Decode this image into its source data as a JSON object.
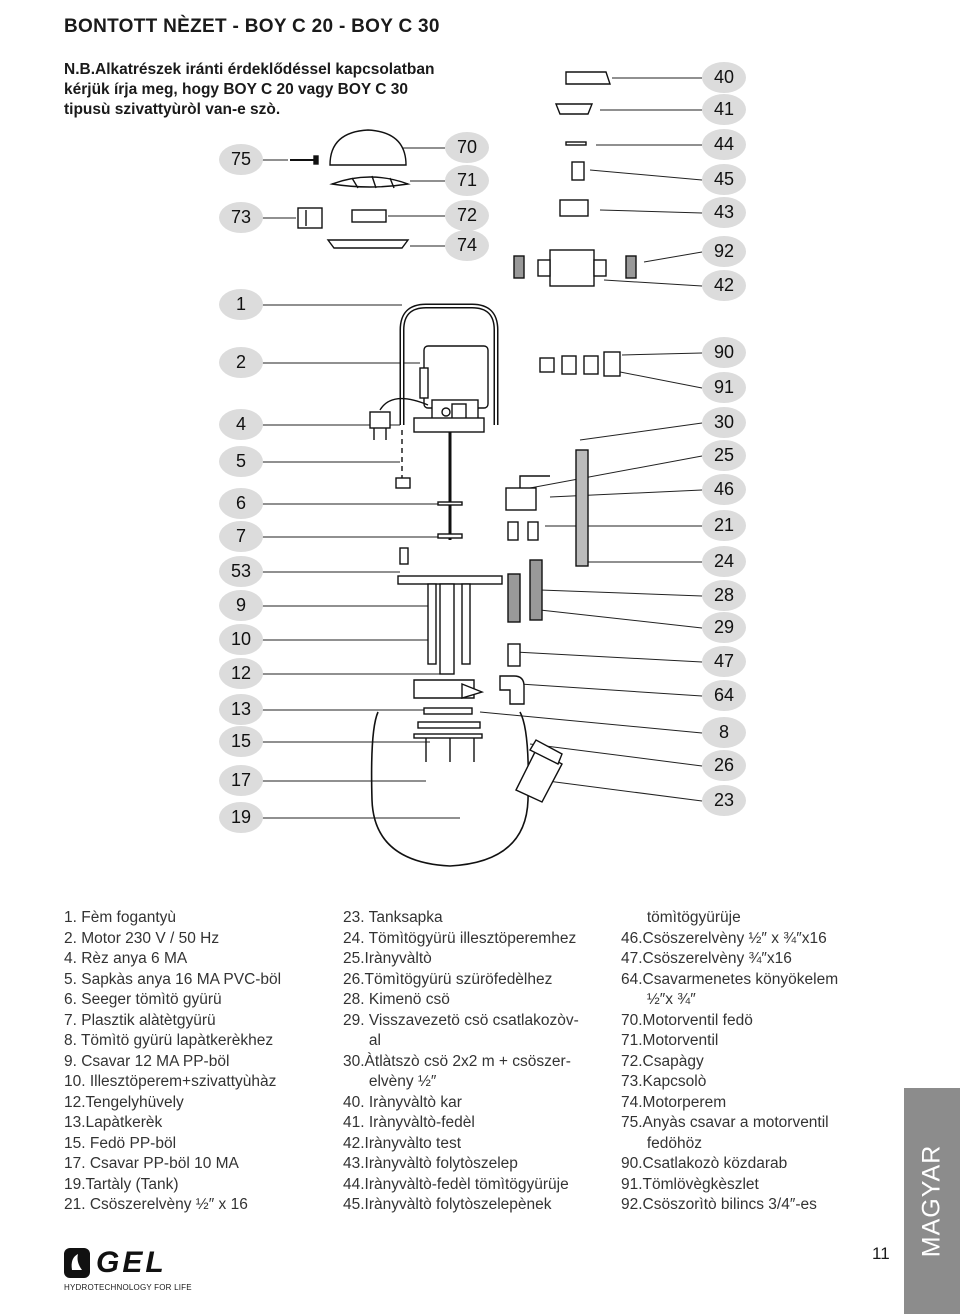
{
  "header": {
    "title": "BONTOTT NÈZET  - BOY C 20 - BOY C 30",
    "note": "N.B.Alkatrészek iránti érdeklődéssel kapcsolatban kérjük írja meg, hogy BOY C 20 vagy BOY C 30 tipusù szivattyùròl van-e szò."
  },
  "callouts_left": [
    "75",
    "73",
    "1",
    "2",
    "4",
    "5",
    "6",
    "7",
    "53",
    "9",
    "10",
    "12",
    "13",
    "15",
    "17",
    "19"
  ],
  "callouts_center": [
    "70",
    "71",
    "72",
    "74"
  ],
  "callouts_right": [
    "40",
    "41",
    "44",
    "45",
    "43",
    "92",
    "42",
    "90",
    "91",
    "30",
    "25",
    "46",
    "21",
    "24",
    "28",
    "29",
    "47",
    "64",
    "8",
    "26",
    "23"
  ],
  "legend": {
    "col1": [
      "1.  Fèm fogantyù",
      "2.  Motor 230 V / 50 Hz",
      "4.  Rèz anya 6 MA",
      "5.  Sapkàs anya 16 MA PVC-böl",
      "6.  Seeger tömìtö gyürü",
      "7.  Plasztik alàtètgyürü",
      "8.  Tömìtö gyürü lapàtkerèkhez",
      "9.  Csavar 12 MA PP-böl",
      "10. Illesztöperem+szivattyùhàz",
      "12.Tengelyhüvely",
      "13.Lapàtkerèk",
      "15. Fedö PP-böl",
      "17. Csavar PP-böl 10 MA",
      "19.Tartàly (Tank)",
      "21. Csöszerelvèny ½″ x 16"
    ],
    "col2": [
      "23. Tanksapka",
      "24. Tömìtögyürü illesztöperemhez",
      "25.Irànyvàltò",
      "26.Tömìtögyürü szüröfedèlhez",
      "28. Kimenö csö",
      "29. Visszavezetö csö  csatlakozòv-",
      "      al",
      "30.Àtlàtszò csö 2x2 m + csöszer-",
      "      elvèny ½″",
      "40. Irànyvàltò kar",
      "41. Irànyvàltò-fedèl",
      "42.Irànyvàlto test",
      "43.Irànyvàltò folytòszelep",
      "44.Irànyvàltò-fedèl tömìtögyürüje",
      "45.Irànyvàltò folytòszelepènek"
    ],
    "col3": [
      "      tömìtögyürüje",
      "46.Csöszerelvèny ½″ x ¾″x16",
      "47.Csöszerelvèny ¾″x16",
      "64.Csavarmenetes könyökelem",
      "      ½″x ¾″",
      "70.Motorventil fedö",
      "71.Motorventil",
      "72.Csapàgy",
      "73.Kapcsolò",
      "74.Motorperem",
      "75.Anyàs csavar a motorventil",
      "      fedöhöz",
      "90.Csatlakozò közdarab",
      "91.Tömlövègkèszlet",
      "92.Csöszorìtò bilincs 3/4″-es"
    ]
  },
  "footer": {
    "page_number": "11",
    "language": "MAGYAR",
    "logo_text": "GEL",
    "logo_tagline": "HYDROTECHNOLOGY FOR LIFE"
  }
}
